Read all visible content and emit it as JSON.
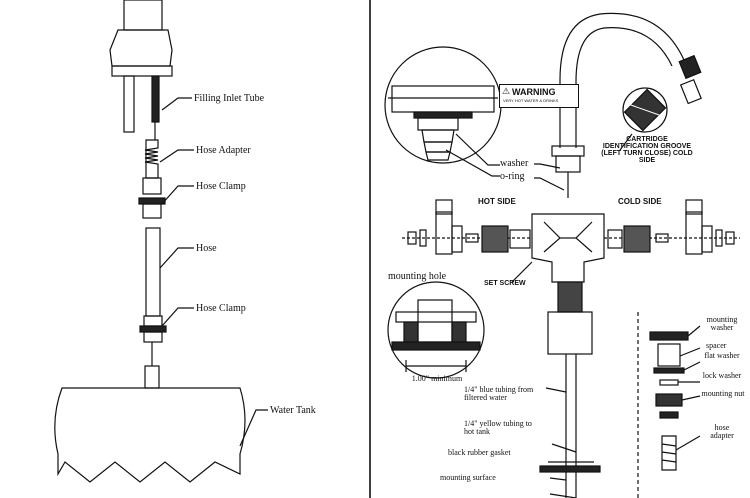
{
  "left_labels": {
    "filling_inlet_tube": "Filling Inlet Tube",
    "hose_adapter": "Hose Adapter",
    "hose_clamp_upper": "Hose Clamp",
    "hose": "Hose",
    "hose_clamp_lower": "Hose Clamp",
    "water_tank": "Water Tank"
  },
  "right_labels": {
    "warning": "WARNING",
    "warning_small": "VERY HOT WATER & DRINKS",
    "cartridge_note": "CARTRIDGE IDENTIFICATION GROOVE (LEFT TURN CLOSE) COLD SIDE",
    "washer": "washer",
    "o_ring": "o-ring",
    "hot_side": "HOT SIDE",
    "cold_side": "COLD SIDE",
    "mounting_hole": "mounting hole",
    "set_screw": "SET SCREW",
    "min_dimension": "1.00\" minimum",
    "blue_tubing": "1/4\" blue tubing from filtered water",
    "yellow_tubing": "1/4\" yellow tubing to hot tank",
    "black_rubber_gasket": "black rubber gasket",
    "mounting_surface": "mounting surface",
    "mounting_washer": "mounting washer",
    "spacer": "spacer",
    "flat_washer": "flat washer",
    "lock_washer": "lock washer",
    "mounting_nut": "mounting nut",
    "hose_adapter": "hose adapter"
  }
}
